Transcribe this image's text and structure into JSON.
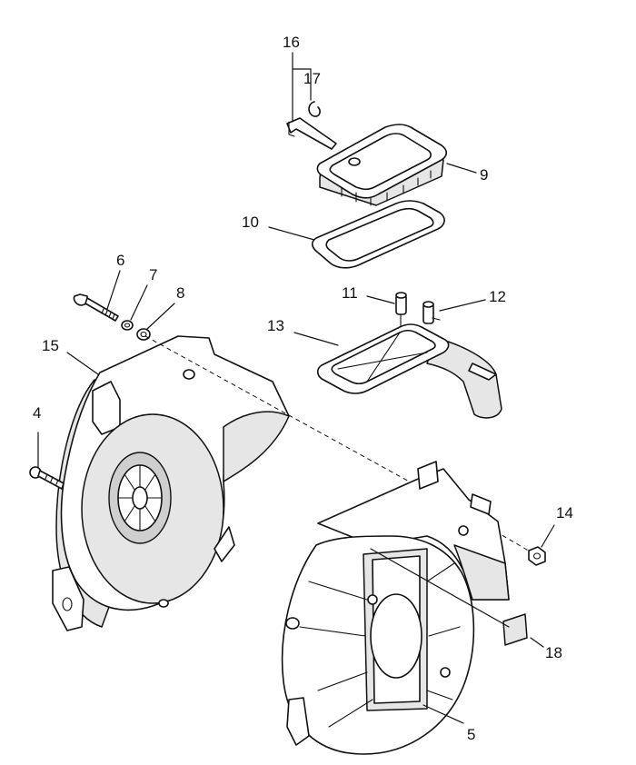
{
  "callouts": [
    {
      "key": "c16",
      "label": "16"
    },
    {
      "key": "c17",
      "label": "17"
    },
    {
      "key": "c9",
      "label": "9"
    },
    {
      "key": "c10",
      "label": "10"
    },
    {
      "key": "c6",
      "label": "6"
    },
    {
      "key": "c7",
      "label": "7"
    },
    {
      "key": "c8",
      "label": "8"
    },
    {
      "key": "c11",
      "label": "11"
    },
    {
      "key": "c12",
      "label": "12"
    },
    {
      "key": "c13",
      "label": "13"
    },
    {
      "key": "c15",
      "label": "15"
    },
    {
      "key": "c4",
      "label": "4"
    },
    {
      "key": "c14",
      "label": "14"
    },
    {
      "key": "c18",
      "label": "18"
    },
    {
      "key": "c5",
      "label": "5"
    }
  ]
}
